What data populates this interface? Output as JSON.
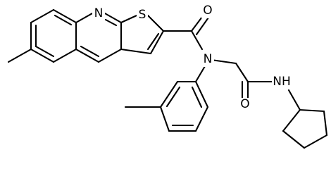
{
  "structure": {
    "atoms": {
      "n_quinoline": "N",
      "s_thiophene": "S",
      "o_amide_upper": "O",
      "n_amide": "N",
      "o_amide_lower": "O",
      "nh_amide": "NH"
    }
  },
  "colors": {
    "bond": "#000000",
    "label": "#000000",
    "background": "#ffffff"
  }
}
